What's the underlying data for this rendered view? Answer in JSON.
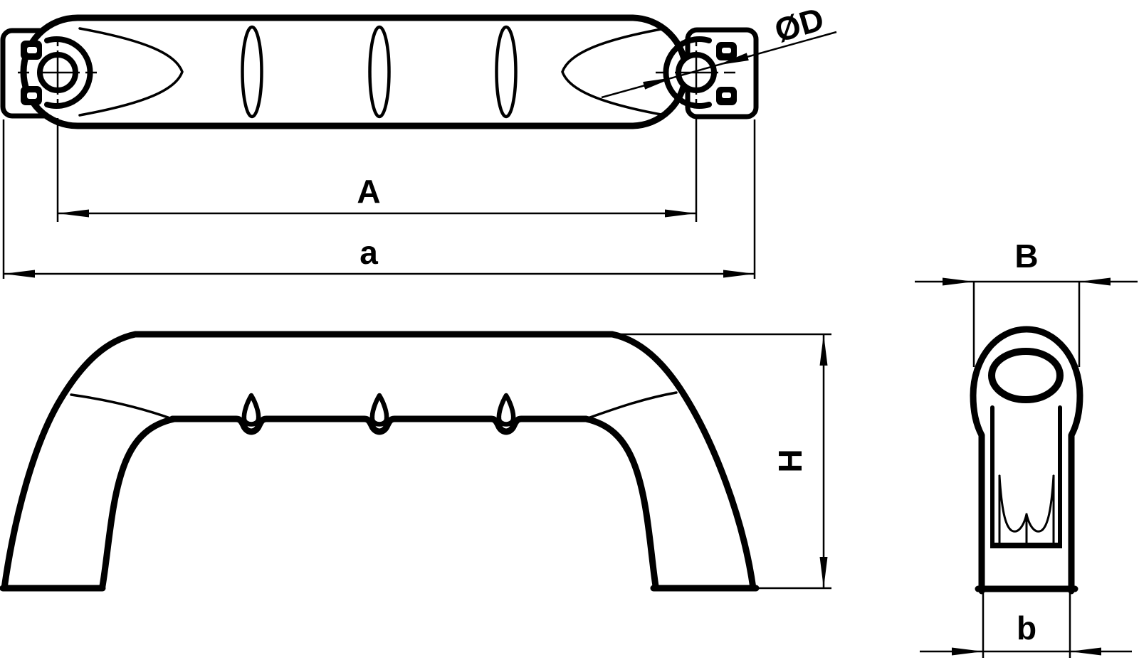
{
  "drawing": {
    "background_color": "#ffffff",
    "line_color": "#000000",
    "labels": {
      "hole_spacing": "A",
      "overall_length": "a",
      "hole_diameter": "ØD",
      "height": "H",
      "top_width": "B",
      "bottom_width": "b"
    }
  }
}
